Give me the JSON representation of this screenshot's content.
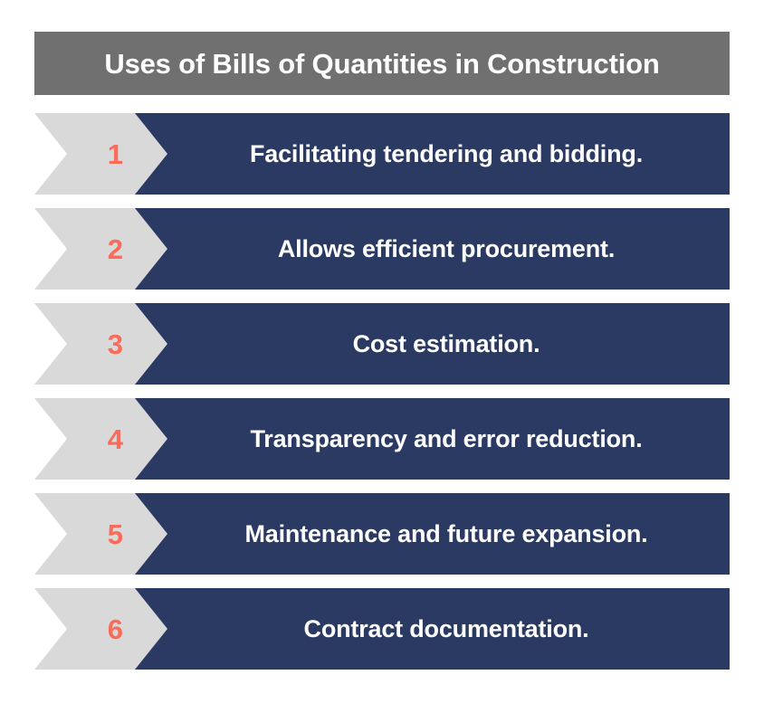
{
  "header": {
    "title": "Uses of Bills of Quantities in Construction",
    "background_color": "#707070",
    "text_color": "#ffffff"
  },
  "theme": {
    "navy": "#2B3A63",
    "light_gray": "#D9D9D9",
    "coral": "#FA6B5A",
    "gray": "#707070",
    "white": "#ffffff",
    "page_background": "#ffffff"
  },
  "items": [
    {
      "number": "1",
      "label": "Facilitating tendering and bidding."
    },
    {
      "number": "2",
      "label": "Allows efficient procurement."
    },
    {
      "number": "3",
      "label": "Cost estimation."
    },
    {
      "number": "4",
      "label": "Transparency and error reduction."
    },
    {
      "number": "5",
      "label": "Maintenance and future expansion."
    },
    {
      "number": "6",
      "label": "Contract documentation."
    }
  ]
}
